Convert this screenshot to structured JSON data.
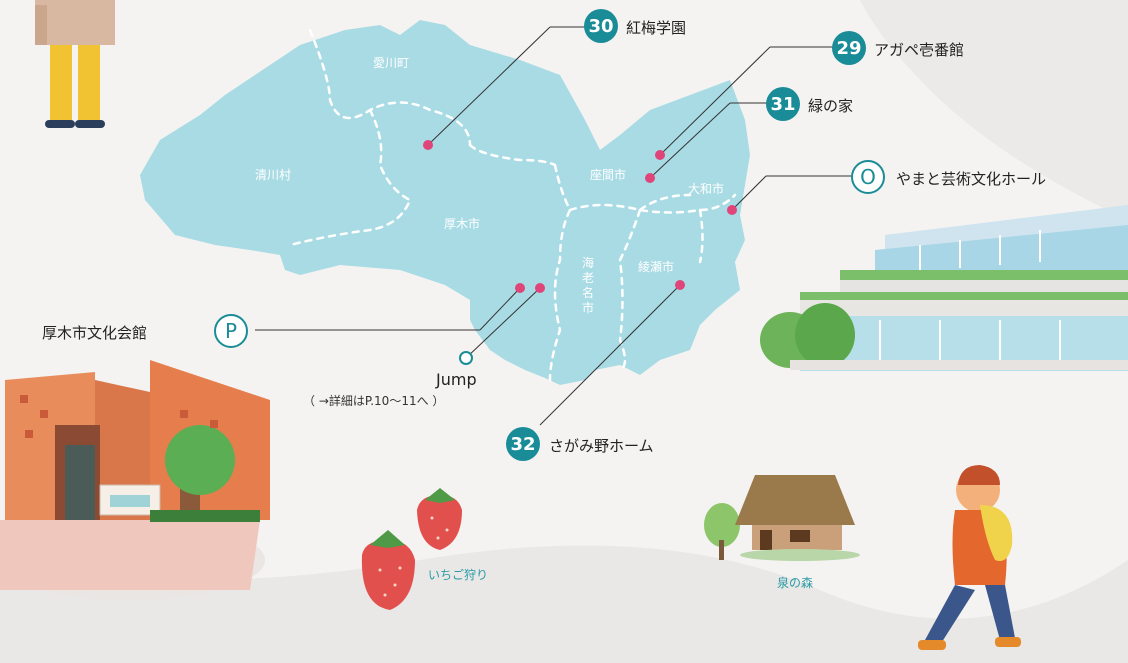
{
  "areas": {
    "aikawa": "愛川町",
    "kiyokawa": "清川村",
    "atsugi": "厚木市",
    "zama": "座間市",
    "yamato": "大和市",
    "ebina": "海老名市",
    "ayase": "綾瀬市"
  },
  "venues": [
    {
      "badge": "30",
      "name": "紅梅学園"
    },
    {
      "badge": "29",
      "name": "アガペ壱番館"
    },
    {
      "badge": "31",
      "name": "緑の家"
    },
    {
      "badge": "O",
      "name": "やまと芸術文化ホール"
    },
    {
      "badge": "P",
      "name": "厚木市文化会館"
    },
    {
      "badge": "32",
      "name": "さがみ野ホーム"
    }
  ],
  "jump": {
    "label": "Jump",
    "note": "（ →詳細はP.10〜11へ ）"
  },
  "captions": {
    "strawberry": "いちご狩り",
    "izumi": "泉の森"
  },
  "colors": {
    "map": "#a9dbe5",
    "accent": "#1a8c97",
    "marker": "#e0457a"
  }
}
